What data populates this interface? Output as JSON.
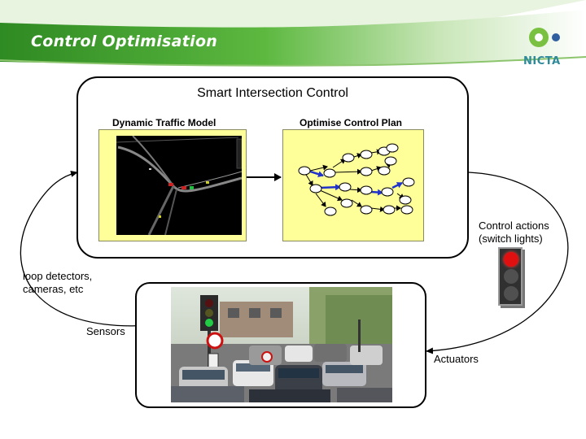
{
  "slide": {
    "title": "Control Optimisation",
    "logo_text": "NICTA"
  },
  "top_frame": {
    "title": "Smart Intersection Control",
    "left_panel_label": "Dynamic Traffic Model",
    "right_panel_label": "Optimise Control Plan"
  },
  "labels": {
    "control_actions_line1": "Control actions",
    "control_actions_line2": "(switch lights)",
    "loop_detectors_line1": "loop detectors,",
    "loop_detectors_line2": "cameras, etc",
    "sensors": "Sensors",
    "actuators": "Actuators"
  },
  "colors": {
    "header_green": "#3c9a2e",
    "panel_yellow": "#ffff99",
    "graph_edge_blue": "#2233cc",
    "light_red": "#e01010",
    "logo_teal": "#2f8a9a"
  }
}
